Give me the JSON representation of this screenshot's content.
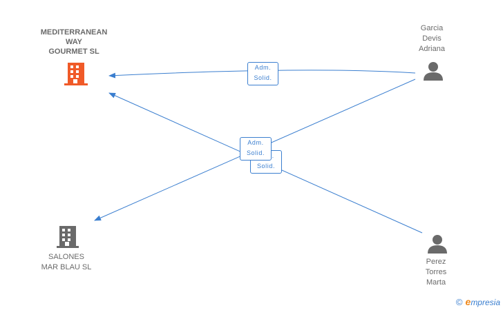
{
  "nodes": {
    "mediterranean": {
      "lines": [
        "MEDITERRANEAN",
        "WAY",
        "GOURMET SL"
      ],
      "type": "company",
      "color": "#f05a28"
    },
    "salones": {
      "lines": [
        "SALONES",
        "MAR BLAU SL"
      ],
      "type": "company",
      "color": "#6a6a6a"
    },
    "garcia": {
      "lines": [
        "Garcia",
        "Devis",
        "Adriana"
      ],
      "type": "person",
      "color": "#6a6a6a"
    },
    "perez": {
      "lines": [
        "Perez",
        "Torres",
        "Marta"
      ],
      "type": "person",
      "color": "#6a6a6a"
    }
  },
  "edges": [
    {
      "from": "garcia",
      "to": "mediterranean",
      "label": [
        "Adm.",
        "Solid."
      ]
    },
    {
      "from": "garcia",
      "to": "salones",
      "label": [
        "Adm.",
        "Solid."
      ]
    },
    {
      "from": "perez",
      "to": "mediterranean",
      "label": [
        "Adm.",
        "Solid."
      ]
    }
  ],
  "edge_color": "#3a7ecf",
  "brand": {
    "copyright": "©",
    "initial": "e",
    "rest": "mpresia"
  }
}
